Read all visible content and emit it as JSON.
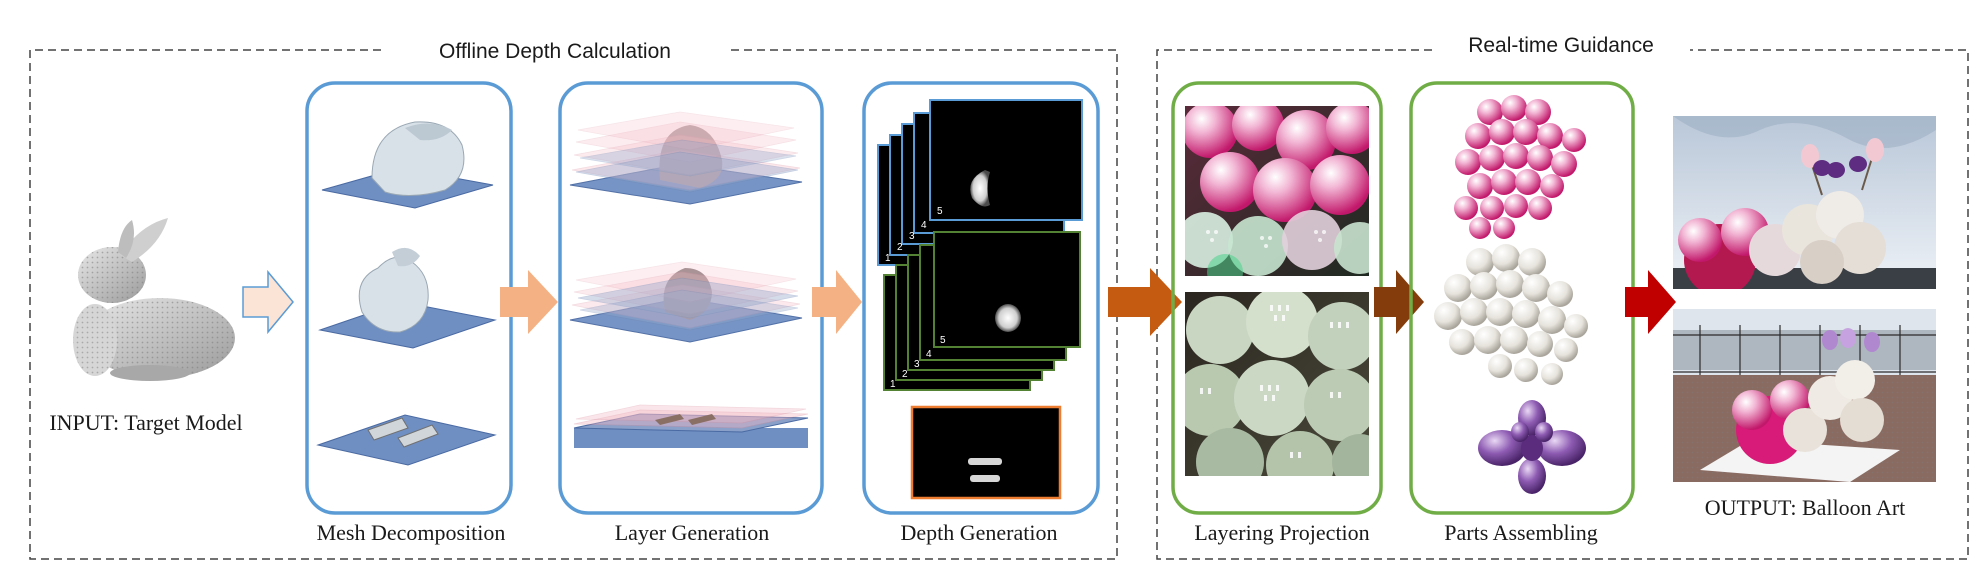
{
  "sections": {
    "offline": {
      "title": "Offline Depth Calculation"
    },
    "realtime": {
      "title": "Real-time Guidance"
    }
  },
  "input": {
    "label": "INPUT: Target Model"
  },
  "output": {
    "label": "OUTPUT: Balloon Art"
  },
  "stages": {
    "mesh": {
      "label": "Mesh Decomposition"
    },
    "layer": {
      "label": "Layer Generation"
    },
    "depth": {
      "label": "Depth Generation"
    },
    "projection": {
      "label": "Layering Projection"
    },
    "assembling": {
      "label": "Parts Assembling"
    }
  },
  "frame_numbers": {
    "top_stack": [
      "1",
      "2",
      "3",
      "4",
      "5"
    ],
    "mid_stack": [
      "1",
      "2",
      "3",
      "4",
      "5"
    ]
  },
  "colors": {
    "offline_box": "#5b9bd5",
    "realtime_box": "#70ad47",
    "arrow_peach": "#f4b183",
    "arrow_orange": "#c55a11",
    "arrow_brown": "#843c0c",
    "arrow_red": "#c00000",
    "frame_blue": "#5b9bd5",
    "frame_green": "#548235",
    "frame_orange": "#ed7d31"
  }
}
